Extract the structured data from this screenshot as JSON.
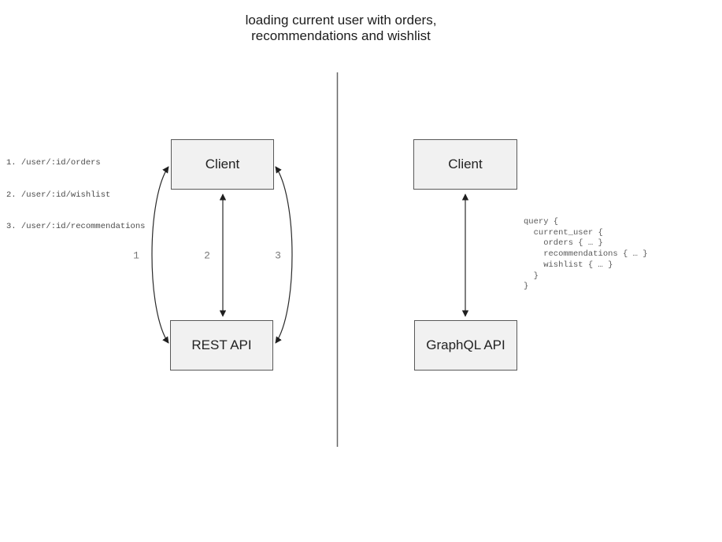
{
  "title": {
    "line1": "loading current user with orders,",
    "line2": "recommendations and wishlist"
  },
  "rest_panel": {
    "client_label": "Client",
    "api_label": "REST API",
    "endpoints": [
      "1. /user/:id/orders",
      "2. /user/:id/wishlist",
      "3. /user/:id/recommendations"
    ],
    "arrow_labels": [
      "1",
      "2",
      "3"
    ]
  },
  "graphql_panel": {
    "client_label": "Client",
    "api_label": "GraphQL API",
    "query_lines": [
      "query {",
      "  current_user {",
      "    orders { … }",
      "    recommendations { … }",
      "    wishlist { … }",
      "  }",
      "}"
    ]
  },
  "colors": {
    "box_fill": "#f1f1f1",
    "box_border": "#595959",
    "arrow": "#1f1f1f",
    "divider": "#666666",
    "muted_text": "#5a5a5a"
  }
}
